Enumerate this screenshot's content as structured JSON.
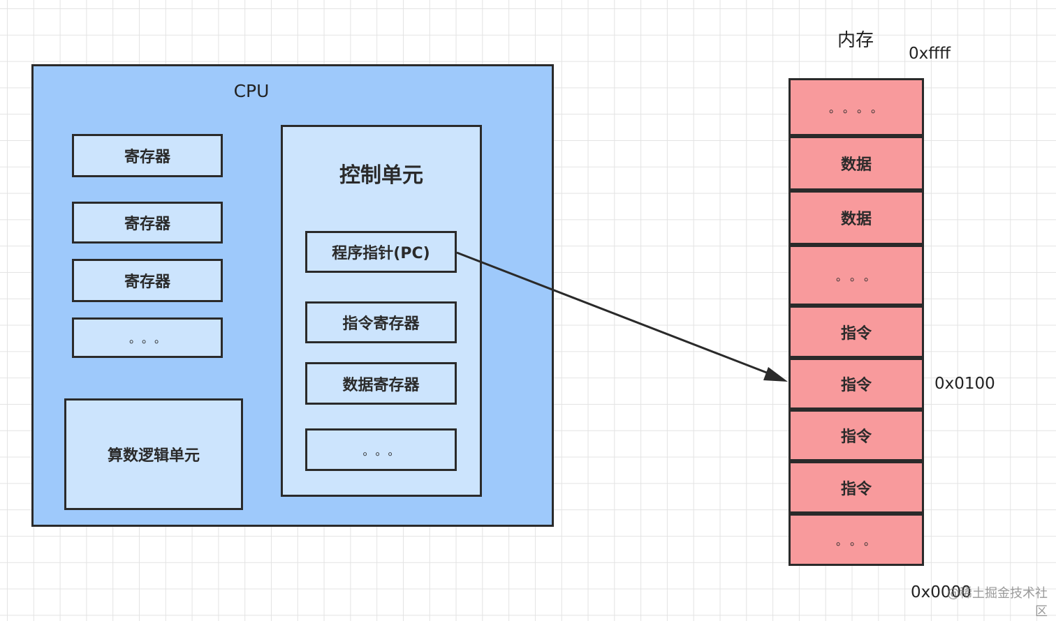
{
  "cpu": {
    "title": "CPU",
    "registers": [
      "寄存器",
      "寄存器",
      "寄存器",
      "。。。"
    ],
    "alu": "算数逻辑单元",
    "control_unit": {
      "title": "控制单元",
      "items": [
        "程序指针(PC)",
        "指令寄存器",
        "数据寄存器",
        "。。。"
      ]
    }
  },
  "memory": {
    "title": "内存",
    "addr_top": "0xffff",
    "addr_mid": "0x0100",
    "addr_bottom": "0x0000",
    "cells": [
      "。。。。",
      "数据",
      "数据",
      "。。。",
      "指令",
      "指令",
      "指令",
      "指令",
      "。。。"
    ]
  },
  "watermark": "@稀土掘金技术社区",
  "colors": {
    "cpu_fill": "#9ec9fb",
    "inner_fill": "#cce4fd",
    "memory_fill": "#f89a9c",
    "stroke": "#2a2a2a"
  }
}
